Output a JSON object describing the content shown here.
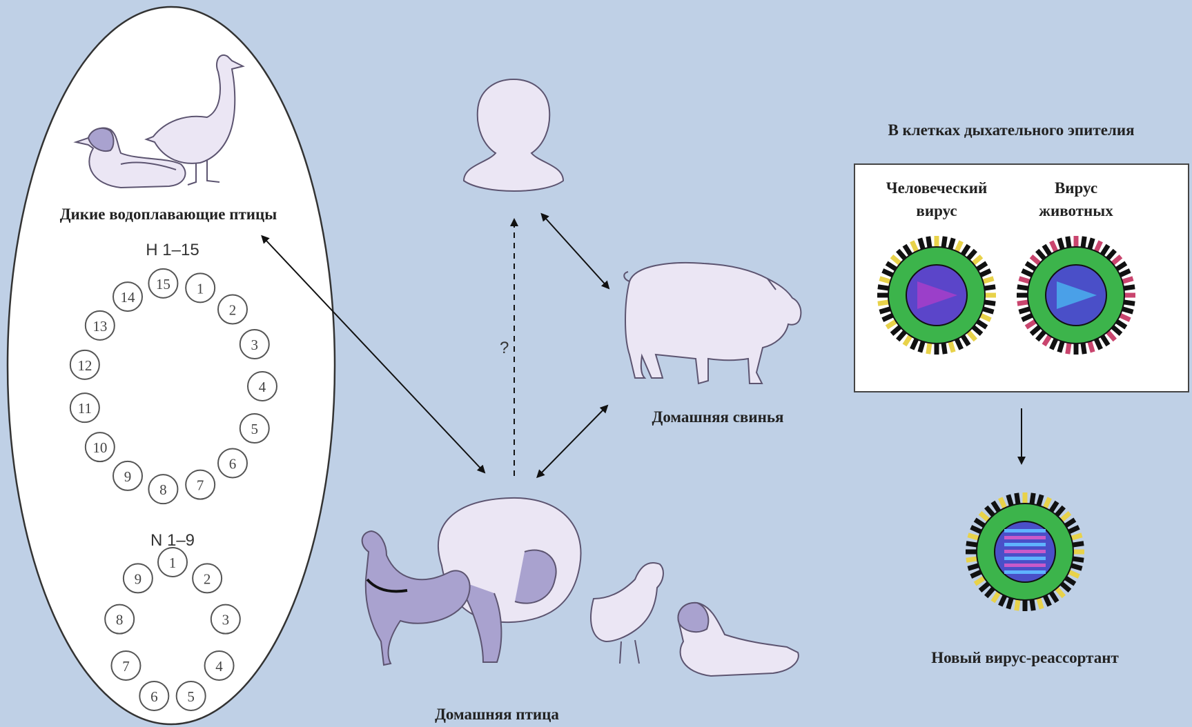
{
  "wild_birds": {
    "label": "Дикие водоплавающие птицы",
    "h_title": "H 1–15",
    "h_numbers": [
      "1",
      "2",
      "3",
      "4",
      "5",
      "6",
      "7",
      "8",
      "9",
      "10",
      "11",
      "12",
      "13",
      "14",
      "15"
    ],
    "n_title": "N 1–9",
    "n_numbers": [
      "1",
      "2",
      "3",
      "4",
      "5",
      "6",
      "7",
      "8",
      "9"
    ]
  },
  "question_mark": "?",
  "pig": {
    "label": "Домашняя свинья"
  },
  "poultry": {
    "label": "Домашняя птица"
  },
  "cells": {
    "title": "В клетках дыхательного эпителия",
    "human_virus": [
      "Человеческий",
      "вирус"
    ],
    "animal_virus": [
      "Вирус",
      "животных"
    ]
  },
  "reassortant": {
    "label": "Новый вирус-реассортант"
  },
  "colors": {
    "background": "#bfd0e6",
    "silhouette": "#ebe6f4",
    "silhouette_stroke": "#5c5470",
    "bird_accent": "#a9a2cf",
    "capsid_green": "#3cb44b",
    "core_blue": "#4a4fc8"
  }
}
